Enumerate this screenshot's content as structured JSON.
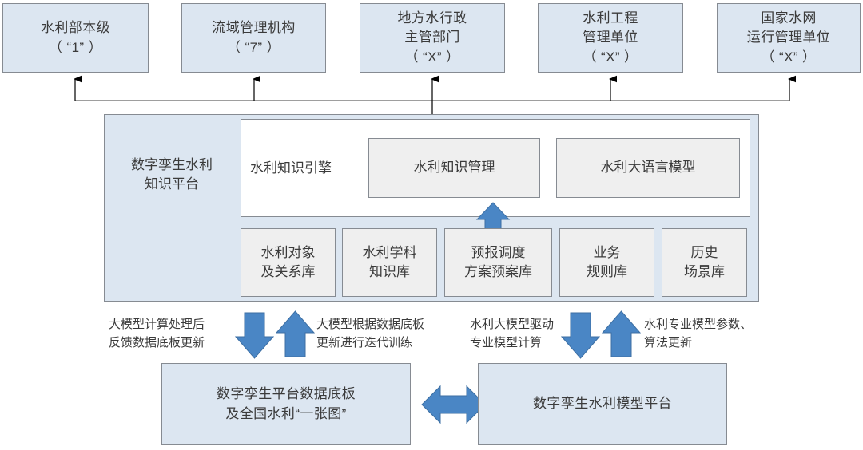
{
  "colors": {
    "node_fill": "#dce6f1",
    "node_border": "#868b92",
    "sub_fill": "#efefef",
    "panel_white": "#ffffff",
    "arrow_blue": "#4a86c5",
    "arrow_blue_border": "#3d6fa3",
    "connector_line": "#7f7f7f",
    "text": "#3b3b3b"
  },
  "top_row": {
    "nodes": [
      {
        "line1": "水利部本级",
        "line2": "（ “1” ）"
      },
      {
        "line1": "流域管理机构",
        "line2": "（ “7” ）"
      },
      {
        "line1": "地方水行政",
        "line2": "主管部门",
        "line3": "（ “X” ）"
      },
      {
        "line1": "水利工程",
        "line2": "管理单位",
        "line3": "（ “X” ）"
      },
      {
        "line1": "国家水网",
        "line2": "运行管理单位",
        "line3": "（ “X” ）"
      }
    ]
  },
  "platform": {
    "title": "数字孪生水利\n知识平台",
    "engine": {
      "label": "水利知识引擎",
      "modules": [
        {
          "label": "水利知识管理"
        },
        {
          "label": "水利大语言模型"
        }
      ]
    },
    "libraries": [
      {
        "label": "水利对象\n及关系库"
      },
      {
        "label": "水利学科\n知识库"
      },
      {
        "label": "预报调度\n方案预案库"
      },
      {
        "label": "业务\n规则库"
      },
      {
        "label": "历史\n场景库"
      }
    ]
  },
  "annotations": {
    "left_down": "大模型计算处理后\n反馈数据底板更新",
    "left_up": "大模型根据数据底板\n更新进行迭代训练",
    "right_down": "水利大模型驱动\n专业模型计算",
    "right_up": "水利专业模型参数、\n算法更新"
  },
  "bottom_row": {
    "left": "数字孪生平台数据底板\n及全国水利“一张图”",
    "right": "数字孪生水利模型平台"
  }
}
